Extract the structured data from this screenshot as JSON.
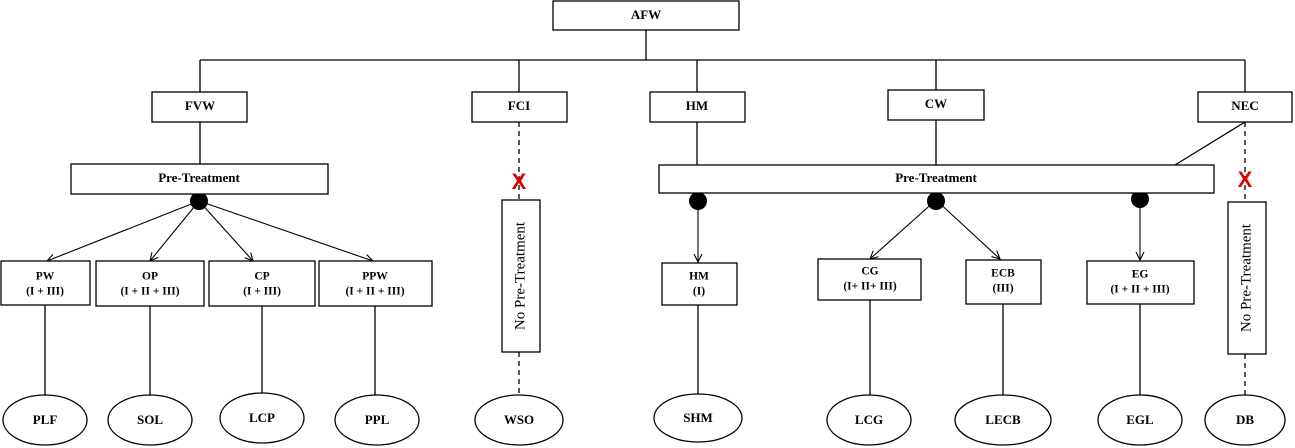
{
  "root": "AFW",
  "categories": {
    "fvw": "FVW",
    "fci": "FCI",
    "hm": "HM",
    "cw": "CW",
    "nec": "NEC"
  },
  "pretreatment": "Pre-Treatment",
  "no_pretreatment": "No Pre-Treatment",
  "blocked_mark": "X",
  "intermediates": {
    "pw": {
      "name": "PW",
      "sub": "(I + III)"
    },
    "op": {
      "name": "OP",
      "sub": "(I + II + III)"
    },
    "cp": {
      "name": "CP",
      "sub": "(I  + III)"
    },
    "ppw": {
      "name": "PPW",
      "sub": "(I +  II + III)"
    },
    "hm": {
      "name": "HM",
      "sub": "(I)"
    },
    "cg": {
      "name": "CG",
      "sub": "(I+ II+ III)"
    },
    "ecb": {
      "name": "ECB",
      "sub": "(III)"
    },
    "eg": {
      "name": "EG",
      "sub": "(I + II + III)"
    }
  },
  "products": {
    "plf": "PLF",
    "sol": "SOL",
    "lcp": "LCP",
    "ppl": "PPL",
    "wso": "WSO",
    "shm": "SHM",
    "lcg": "LCG",
    "lecb": "LECB",
    "egl": "EGL",
    "db": "DB"
  }
}
